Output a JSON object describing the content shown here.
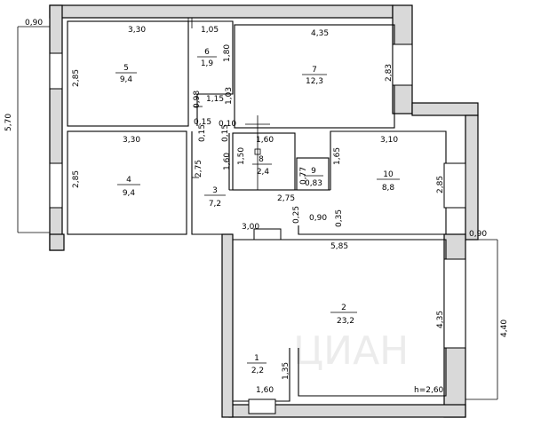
{
  "rooms": [
    {
      "num": "1",
      "area": "2,2"
    },
    {
      "num": "2",
      "area": "23,2"
    },
    {
      "num": "3",
      "area": "7,2"
    },
    {
      "num": "4",
      "area": "9,4"
    },
    {
      "num": "5",
      "area": "9,4"
    },
    {
      "num": "6",
      "area": "1,9"
    },
    {
      "num": "7",
      "area": "12,3"
    },
    {
      "num": "8",
      "area": "2,4"
    },
    {
      "num": "9",
      "area": "0,83"
    },
    {
      "num": "10",
      "area": "8,8"
    }
  ],
  "dims": {
    "d_0_90_top": "0,90",
    "d_5_70": "5,70",
    "d_3_30_top": "3,30",
    "d_1_05": "1,05",
    "d_4_35_top": "4,35",
    "d_2_85_r5": "2,85",
    "d_1_80": "1,80",
    "d_2_83": "2,83",
    "d_1_15": "1,15",
    "d_1_03": "1,03",
    "d_0_98": "0,98",
    "d_0_15_a": "0,15",
    "d_0_10": "0,10",
    "d_0_15_b": "0,15",
    "d_0_15_c": "0,15",
    "d_3_30_r4": "3,30",
    "d_1_60_r8": "1,60",
    "d_3_10": "3,10",
    "d_1_50": "1,50",
    "d_1_60_v": "1,60",
    "d_1_65": "1,65",
    "d_2_85_r4": "2,85",
    "d_2_75_v": "2,75",
    "d_0_77": "0,77",
    "d_2_75_h": "2,75",
    "d_2_85_r10": "2,85",
    "d_3_00": "3,00",
    "d_0_25": "0,25",
    "d_0_90_mid": "0,90",
    "d_0_35": "0,35",
    "d_5_85": "5,85",
    "d_0_90_right": "0,90",
    "d_4_35_v": "4,35",
    "d_4_40": "4,40",
    "d_1_35": "1,35",
    "d_1_60_bottom": "1,60",
    "h": "h=2,60"
  },
  "watermark": "ЦИАН"
}
